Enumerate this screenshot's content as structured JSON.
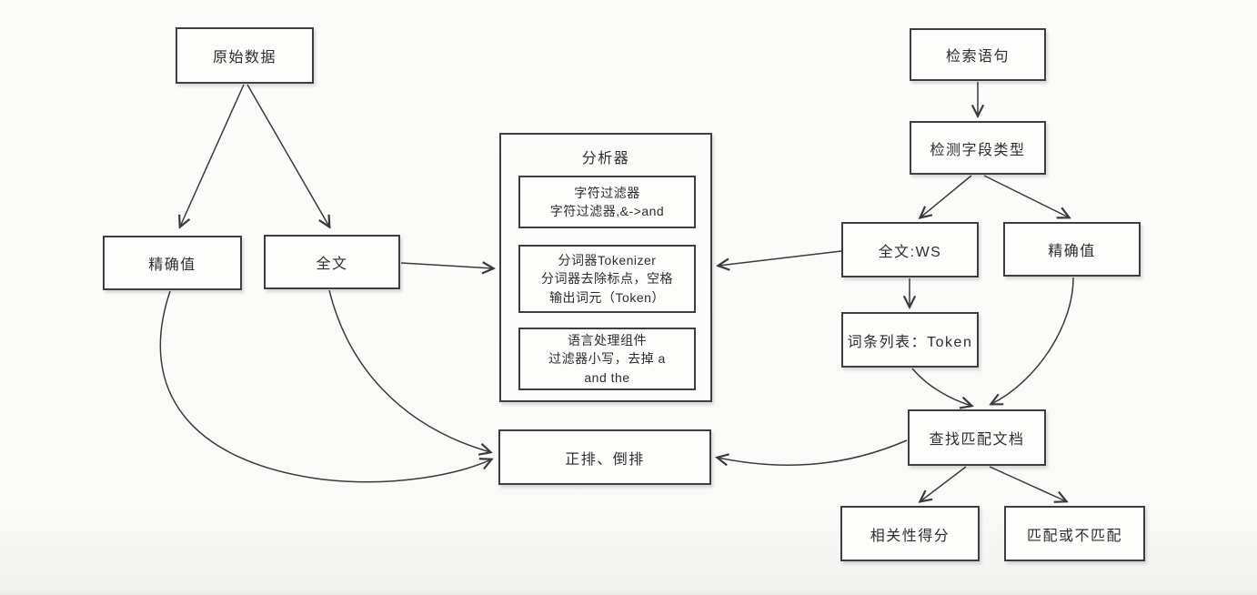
{
  "diagram": {
    "colors": {
      "line": "#3a3a3a",
      "border": "#3e3e3e",
      "box_fill": "#fdfdfc",
      "background": "#fbfbfa",
      "text": "#2d2d2d"
    },
    "nodes": {
      "raw_data": {
        "label": "原始数据"
      },
      "exact_value_left": {
        "label": "精确值"
      },
      "full_text_left": {
        "label": "全文"
      },
      "analyzer": {
        "title": "分析器"
      },
      "char_filter": {
        "line1": "字符过滤器",
        "line2": "字符过滤器,&->and"
      },
      "tokenizer": {
        "line1": "分词器Tokenizer",
        "line2": "分词器去除标点，空格",
        "line3": "输出词元（Token）"
      },
      "language_processor": {
        "line1": "语言处理组件",
        "line2": "过滤器小写，去掉 a",
        "line3": "and the"
      },
      "index_store": {
        "label": "正排、倒排"
      },
      "search_query": {
        "label": "检索语句"
      },
      "detect_field_type": {
        "label": "检测字段类型"
      },
      "full_text_ws": {
        "label": "全文:WS"
      },
      "exact_value_right": {
        "label": "精确值"
      },
      "token_list": {
        "label": "词条列表：Token"
      },
      "find_matching_docs": {
        "label": "查找匹配文档"
      },
      "relevance_score": {
        "label": "相关性得分"
      },
      "match_or_not": {
        "label": "匹配或不匹配"
      }
    }
  }
}
